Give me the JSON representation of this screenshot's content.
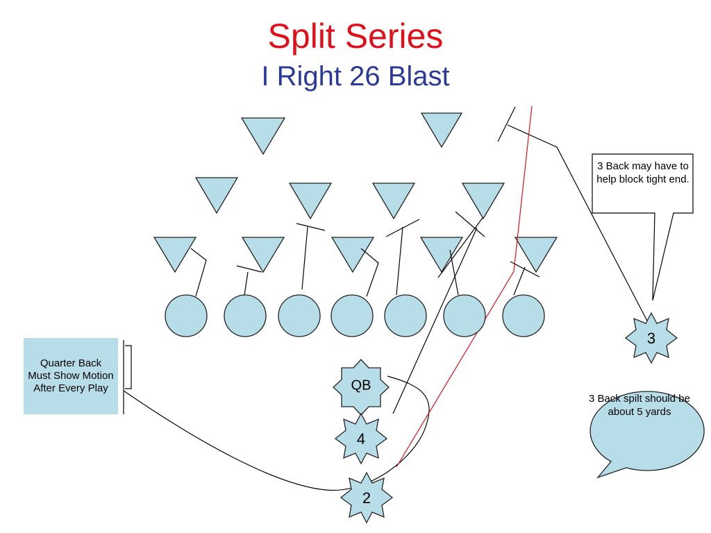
{
  "title": "Split Series",
  "subtitle": "I Right 26 Blast",
  "colors": {
    "title": "#e0101a",
    "subtitle": "#2b3a9a",
    "shape_fill": "#b7dde8",
    "line": "#000000",
    "route": "#e0101a"
  },
  "backs": {
    "qb": "QB",
    "fullback": "4",
    "tailback": "2",
    "wingback": "3"
  },
  "notes": {
    "qb_motion": "Quarter Back Must Show Motion After Every Play",
    "tight_end": "3 Back may have to help block tight end.",
    "split": "3 Back spilt should be about 5 yards"
  }
}
